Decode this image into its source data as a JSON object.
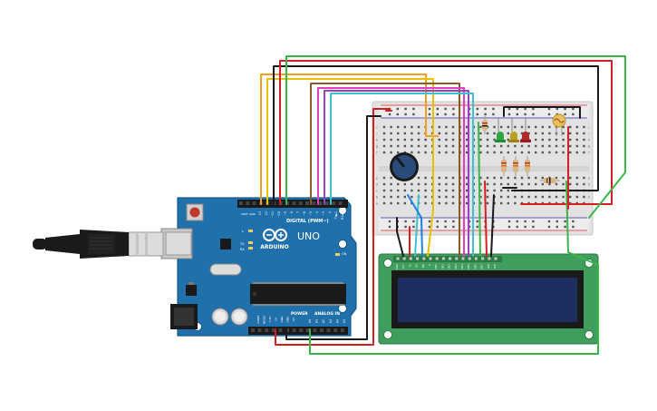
{
  "board": {
    "name": "UNO",
    "brand": "ARDUINO",
    "digital_label": "DIGITAL (PWM~)",
    "power_label": "POWER",
    "analog_label": "ANALOG IN",
    "on_label": "ON",
    "tx_label": "TX",
    "rx_label": "RX",
    "l_label": "L",
    "aref_label": "AREF",
    "gnd_label": "GND",
    "digital_pins": [
      "13",
      "12",
      "~11",
      "~10",
      "~9",
      "8",
      "7",
      "~6",
      "~5",
      "4",
      "~3",
      "2",
      "TX▶1",
      "RX◀0"
    ],
    "power_pins": [
      "IOREF",
      "RESET",
      "3.3V",
      "5V",
      "GND",
      "GND",
      "Vin"
    ],
    "analog_pins": [
      "A0",
      "A1",
      "A2",
      "A3",
      "A4",
      "A5"
    ]
  },
  "lcd": {
    "pin_labels": [
      "GND",
      "VCC",
      "V0",
      "RS",
      "RW",
      "E",
      "DB0",
      "DB1",
      "DB2",
      "DB3",
      "DB4",
      "DB5",
      "DB6",
      "DB7",
      "LED",
      "LED"
    ]
  },
  "breadboard": {
    "row_letters": [
      "j",
      "i",
      "h",
      "g",
      "f",
      "e",
      "d",
      "c",
      "b",
      "a"
    ]
  },
  "colors": {
    "board": "#1f6fa8",
    "board_dark": "#17598a",
    "breadboard": "#e6e6e6",
    "lcd_pcb": "#3f9e5c",
    "lcd_screen": "#1e2e5e",
    "wire_red": "#d42020",
    "wire_black": "#1a1a1a",
    "wire_green": "#3ab54a",
    "wire_orange": "#f0a020",
    "wire_yellow": "#e8c000",
    "wire_brown": "#8b5a2b",
    "wire_pink": "#e040c0",
    "wire_purple": "#9a40c0",
    "wire_cyan": "#40c0d0",
    "wire_blue": "#2080e0",
    "led_green": "#2aa845",
    "led_yellow": "#b8a020",
    "led_red": "#b42828",
    "pot": "#2a4c7a"
  },
  "icons": [
    "usb-cable-icon",
    "potentiometer-icon",
    "led-icon",
    "resistor-icon",
    "photoresistor-icon",
    "reset-button-icon",
    "arduino-infinity-logo-icon"
  ]
}
